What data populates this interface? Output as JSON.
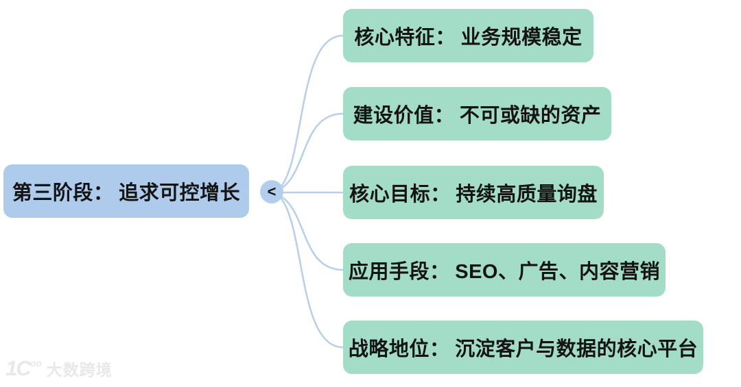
{
  "root": {
    "label": "第三阶段：追求可控增长"
  },
  "collapse": {
    "symbol": "<"
  },
  "children": [
    {
      "label": "核心特征：业务规模稳定"
    },
    {
      "label": "建设价值：不可或缺的资产"
    },
    {
      "label": "核心目标：持续高质量询盘"
    },
    {
      "label": "应用手段：SEO、广告、内容营销"
    },
    {
      "label": "战略地位：沉淀客户与数据的核心平台"
    }
  ],
  "watermark": {
    "logo": "1C",
    "logo_sup": "oo",
    "text": "大数跨境"
  },
  "colors": {
    "root_bg": "#aecbec",
    "child_bg": "#a3dcc7",
    "line": "#b6cfea",
    "text": "#141414"
  }
}
